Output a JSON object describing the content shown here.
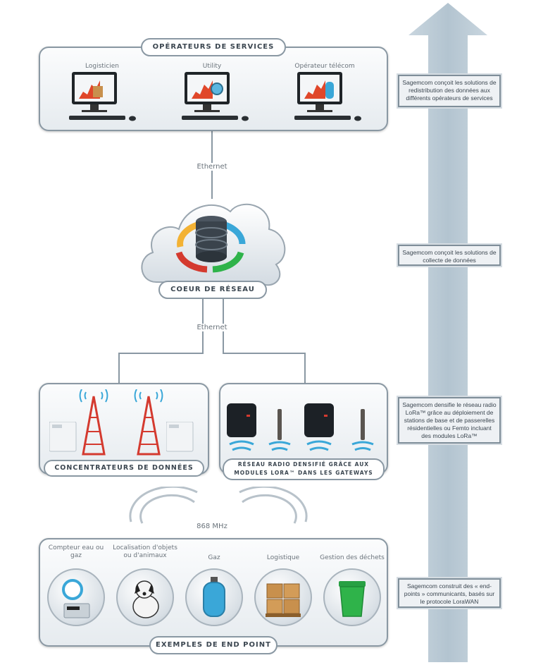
{
  "services": {
    "title": "OPÉRATEURS DE SERVICES",
    "items": [
      {
        "label": "Logisticien"
      },
      {
        "label": "Utility"
      },
      {
        "label": "Opérateur télécom"
      }
    ]
  },
  "links": {
    "ethernet_top": "Ethernet",
    "ethernet_bottom": "Ethernet",
    "radio": "868 MHz"
  },
  "core": {
    "title": "COEUR DE RÉSEAU"
  },
  "concentrators": {
    "title": "CONCENTRATEURS DE DONNÉES"
  },
  "radio_network": {
    "title_line1": "RÉSEAU RADIO DENSIFIÉ GRÂCE AUX",
    "title_line2": "MODULES LORA™ DANS LES GATEWAYS"
  },
  "endpoints": {
    "title": "EXEMPLES DE END POINT",
    "items": [
      {
        "label": "Compteur eau ou gaz"
      },
      {
        "label": "Localisation d'objets ou d'animaux"
      },
      {
        "label": "Gaz"
      },
      {
        "label": "Logistique"
      },
      {
        "label": "Gestion des déchets"
      }
    ]
  },
  "side_notes": [
    "Sagemcom conçoit les solutions de redistribution des données aux différents opérateurs de services",
    "Sagemcom conçoit les solutions de collecte de données",
    "Sagemcom densifie le réseau radio LoRa™ grâce au déploiement de stations de base et de passerelles résidentielles ou Femto incluant des modules LoRa™",
    "Sagemcom construit des « end-points » communicants, basés sur le protocole LoraWAN"
  ],
  "colors": {
    "arrow": "#b8c8d4",
    "border": "#8a98a3",
    "green": "#2fb34a",
    "blue": "#3aa7d8",
    "red": "#d43a2f"
  }
}
